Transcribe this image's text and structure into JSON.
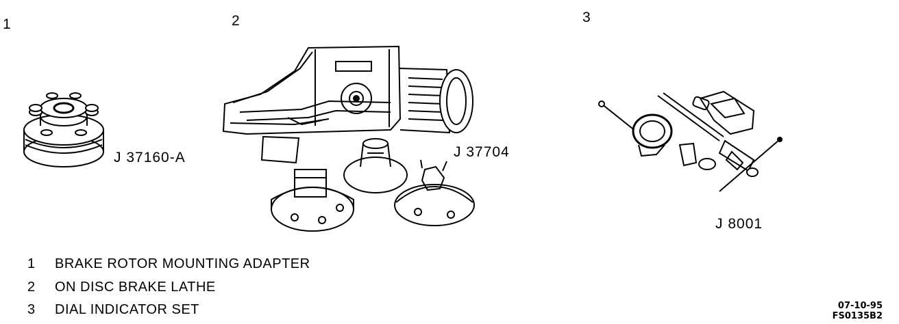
{
  "callouts": [
    "1",
    "2",
    "3"
  ],
  "tools": [
    {
      "number": "1",
      "code": "J 37160-A",
      "name": "BRAKE ROTOR MOUNTING ADAPTER"
    },
    {
      "number": "2",
      "code": "J 37704",
      "name": "ON DISC BRAKE LATHE"
    },
    {
      "number": "3",
      "code": "J 8001",
      "name": "DIAL INDICATOR SET"
    }
  ],
  "stamp": {
    "date": "07-10-95",
    "id": "FS0135B2"
  }
}
